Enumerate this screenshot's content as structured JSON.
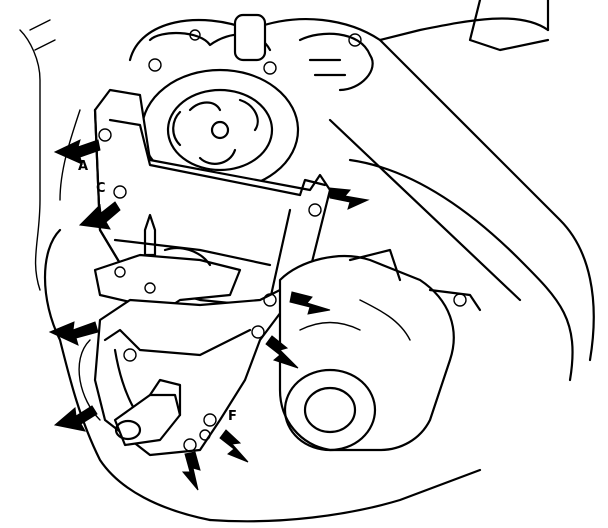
{
  "labels": {
    "a": "A",
    "c": "C",
    "f": "F"
  },
  "colors": {
    "ink": "#000000",
    "paper": "#ffffff"
  },
  "icons": {
    "pointer": "arrow-icon"
  }
}
